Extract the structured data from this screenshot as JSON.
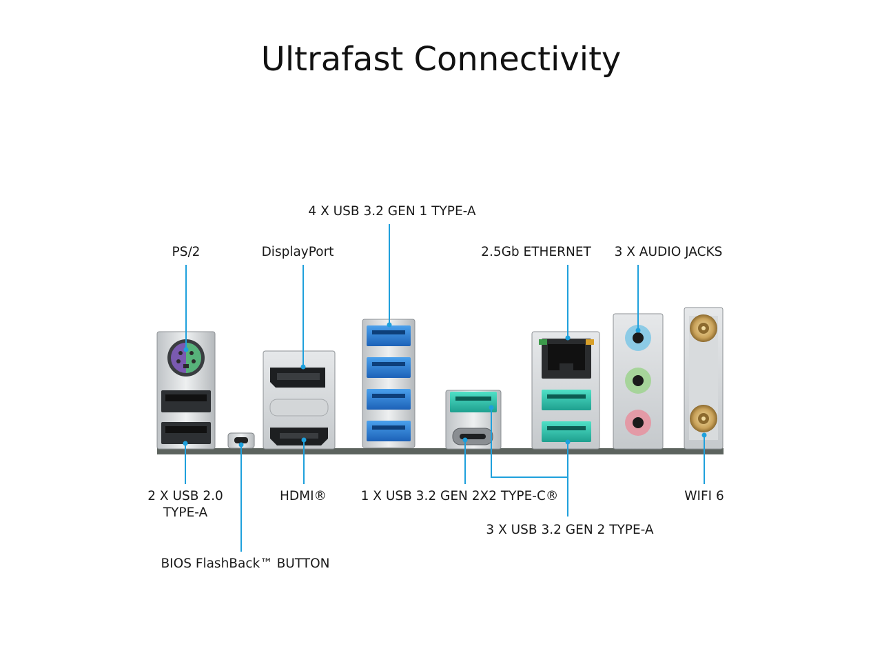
{
  "title": "Ultrafast Connectivity",
  "labels": {
    "ps2": "PS/2",
    "displayport": "DisplayPort",
    "usb32gen1": "4 X USB 3.2 GEN 1 TYPE-A",
    "ethernet": "2.5Gb ETHERNET",
    "audio": "3 X AUDIO JACKS",
    "usb20_line1": "2 X USB 2.0",
    "usb20_line2": "TYPE-A",
    "hdmi": "HDMI®",
    "usbc": "1 X USB 3.2 GEN 2X2 TYPE-C®",
    "wifi": "WIFI 6",
    "usb32gen2": "3 X USB 3.2 GEN 2 TYPE-A",
    "bios": "BIOS FlashBack™ BUTTON"
  },
  "colors": {
    "leader": "#1ea0dc",
    "usb3_blue": "#2a7fd6",
    "usb3_teal": "#2fc4b0",
    "ps2_purple": "#7a5ab0",
    "ps2_green": "#57b37a",
    "audio_blue": "#8ccbe6",
    "audio_green": "#a6d49a",
    "audio_pink": "#e39aa6",
    "antenna_gold": "#c9a25a"
  }
}
